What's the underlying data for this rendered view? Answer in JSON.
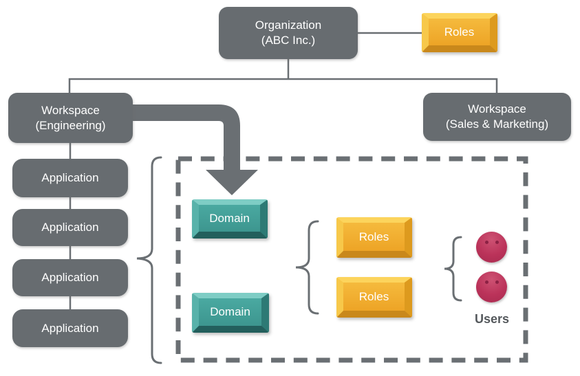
{
  "nodes": {
    "organization": {
      "line1": "Organization",
      "line2": "(ABC Inc.)"
    },
    "organization_roles": "Roles",
    "workspace_engineering": {
      "line1": "Workspace",
      "line2": "(Engineering)"
    },
    "workspace_sales": {
      "line1": "Workspace",
      "line2": "(Sales & Marketing)"
    },
    "applications": [
      "Application",
      "Application",
      "Application",
      "Application"
    ],
    "domains": [
      "Domain",
      "Domain"
    ],
    "domain_roles": [
      "Roles",
      "Roles"
    ],
    "users_label": "Users"
  },
  "icons": {
    "users": [
      "user-icon",
      "user-icon"
    ],
    "flow_arrow": "thick-elbow-arrow-icon",
    "grouping": [
      "applications-scope-brace",
      "domains-to-roles-brace",
      "roles-to-users-brace"
    ]
  },
  "colors": {
    "node_gray": "#676c70",
    "connector_gray": "#6a6f73",
    "domain_teal": "#42a29a",
    "roles_yellow": "#f2b335",
    "user_crimson": "#b5315a",
    "users_text": "#54585c",
    "text_white": "#ffffff"
  }
}
